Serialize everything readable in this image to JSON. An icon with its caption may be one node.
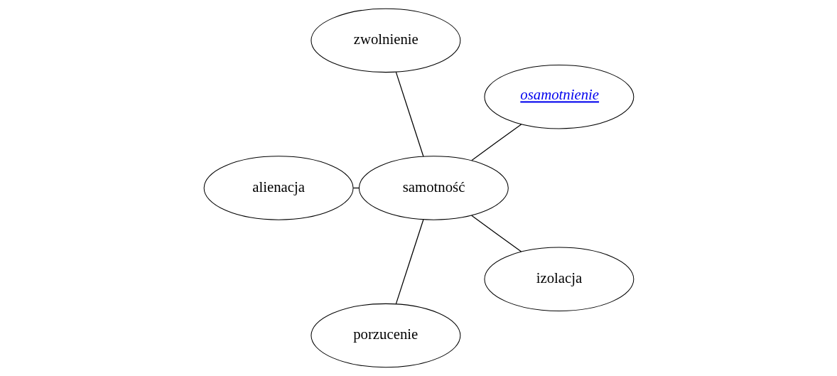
{
  "diagram": {
    "nodes": [
      {
        "text": [
          "osamotnienie"
        ]
      },
      {
        "text": [
          "zwolnienie"
        ]
      },
      {
        "text": [
          "alienacja"
        ]
      },
      {
        "text": [
          "samotność"
        ]
      },
      {
        "text": [
          "porzucenie"
        ]
      },
      {
        "text": [
          "izolacja"
        ]
      }
    ],
    "edges": [
      {
        "from": 3,
        "to": 0,
        "arrow": "none"
      },
      {
        "from": 3,
        "to": 1,
        "arrow": "none"
      },
      {
        "from": 3,
        "to": 2,
        "arrow": "none"
      },
      {
        "from": 3,
        "to": 4,
        "arrow": "none"
      },
      {
        "from": 3,
        "to": 5,
        "arrow": "none"
      }
    ]
  }
}
